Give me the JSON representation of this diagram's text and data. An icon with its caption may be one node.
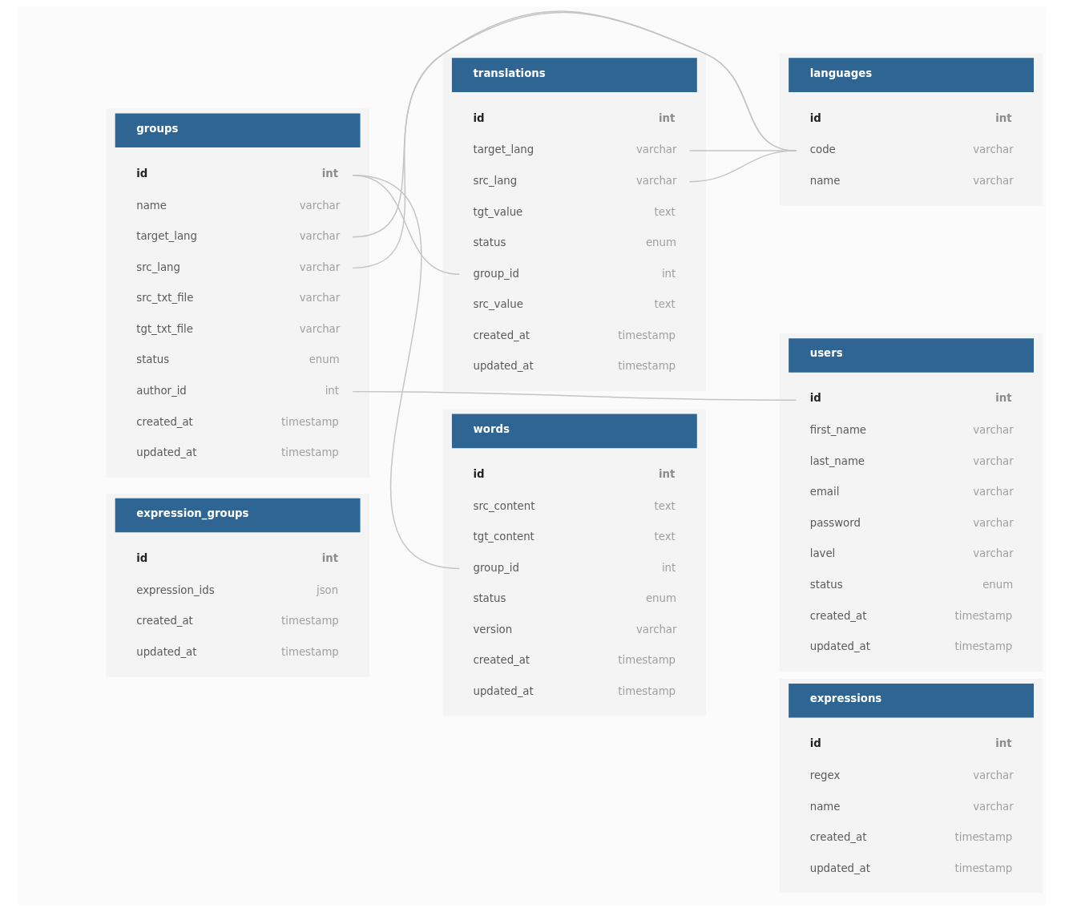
{
  "diagram": {
    "nodes": [
      {
        "text": [
          "languages"
        ]
      },
      {
        "text": [
          "id",
          "int"
        ],
        "in": 0
      },
      {
        "text": [
          "code",
          "varchar"
        ],
        "in": 0
      },
      {
        "text": [
          "name",
          "varchar"
        ],
        "in": 0
      },
      {
        "text": [
          "expression_groups"
        ]
      },
      {
        "text": [
          "id",
          "int"
        ],
        "in": 4
      },
      {
        "text": [
          "expression_ids",
          "json"
        ],
        "in": 4
      },
      {
        "text": [
          "created_at",
          "timestamp"
        ],
        "in": 4
      },
      {
        "text": [
          "updated_at",
          "timestamp"
        ],
        "in": 4
      },
      {
        "text": [
          "expressions"
        ]
      },
      {
        "text": [
          "id",
          "int"
        ],
        "in": 9
      },
      {
        "text": [
          "regex",
          "varchar"
        ],
        "in": 9
      },
      {
        "text": [
          "name",
          "varchar"
        ],
        "in": 9
      },
      {
        "text": [
          "created_at",
          "timestamp"
        ],
        "in": 9
      },
      {
        "text": [
          "updated_at",
          "timestamp"
        ],
        "in": 9
      },
      {
        "text": [
          "words"
        ]
      },
      {
        "text": [
          "id",
          "int"
        ],
        "in": 15
      },
      {
        "text": [
          "src_content",
          "text"
        ],
        "in": 15
      },
      {
        "text": [
          "tgt_content",
          "text"
        ],
        "in": 15
      },
      {
        "text": [
          "group_id",
          "int"
        ],
        "in": 15
      },
      {
        "text": [
          "status",
          "enum"
        ],
        "in": 15
      },
      {
        "text": [
          "version",
          "varchar"
        ],
        "in": 15
      },
      {
        "text": [
          "created_at",
          "timestamp"
        ],
        "in": 15
      },
      {
        "text": [
          "updated_at",
          "timestamp"
        ],
        "in": 15
      },
      {
        "text": [
          "groups"
        ]
      },
      {
        "text": [
          "id",
          "int"
        ],
        "in": 24
      },
      {
        "text": [
          "name",
          "varchar"
        ],
        "in": 24
      },
      {
        "text": [
          "target_lang",
          "varchar"
        ],
        "in": 24
      },
      {
        "text": [
          "src_lang",
          "varchar"
        ],
        "in": 24
      },
      {
        "text": [
          "src_txt_file",
          "varchar"
        ],
        "in": 24
      },
      {
        "text": [
          "tgt_txt_file",
          "varchar"
        ],
        "in": 24
      },
      {
        "text": [
          "status",
          "enum"
        ],
        "in": 24
      },
      {
        "text": [
          "author_id",
          "int"
        ],
        "in": 24
      },
      {
        "text": [
          "created_at",
          "timestamp"
        ],
        "in": 24
      },
      {
        "text": [
          "updated_at",
          "timestamp"
        ],
        "in": 24
      },
      {
        "text": [
          "users"
        ]
      },
      {
        "text": [
          "id",
          "int"
        ],
        "in": 35
      },
      {
        "text": [
          "first_name",
          "varchar"
        ],
        "in": 35
      },
      {
        "text": [
          "last_name",
          "varchar"
        ],
        "in": 35
      },
      {
        "text": [
          "email",
          "varchar"
        ],
        "in": 35
      },
      {
        "text": [
          "password",
          "varchar"
        ],
        "in": 35
      },
      {
        "text": [
          "lavel",
          "varchar"
        ],
        "in": 35
      },
      {
        "text": [
          "status",
          "enum"
        ],
        "in": 35
      },
      {
        "text": [
          "created_at",
          "timestamp"
        ],
        "in": 35
      },
      {
        "text": [
          "updated_at",
          "timestamp"
        ],
        "in": 35
      },
      {
        "text": [
          "translations"
        ]
      },
      {
        "text": [
          "id",
          "int"
        ],
        "in": 45
      },
      {
        "text": [
          "target_lang",
          "varchar"
        ],
        "in": 45
      },
      {
        "text": [
          "src_lang",
          "varchar"
        ],
        "in": 45
      },
      {
        "text": [
          "tgt_value",
          "text"
        ],
        "in": 45
      },
      {
        "text": [
          "status",
          "enum"
        ],
        "in": 45
      },
      {
        "text": [
          "group_id",
          "int"
        ],
        "in": 45
      },
      {
        "text": [
          "src_value",
          "text"
        ],
        "in": 45
      },
      {
        "text": [
          "created_at",
          "timestamp"
        ],
        "in": 45
      },
      {
        "text": [
          "updated_at",
          "timestamp"
        ],
        "in": 45
      }
    ],
    "edges": [
      {
        "from": 27,
        "to": 2,
        "arrow": "none"
      },
      {
        "from": 28,
        "to": 2,
        "arrow": "none"
      },
      {
        "from": 47,
        "to": 2,
        "arrow": "none"
      },
      {
        "from": 48,
        "to": 2,
        "arrow": "none"
      },
      {
        "from": 25,
        "to": 19,
        "arrow": "none"
      },
      {
        "from": 25,
        "to": 51,
        "arrow": "none"
      },
      {
        "from": 32,
        "to": 36,
        "arrow": "none"
      }
    ]
  }
}
